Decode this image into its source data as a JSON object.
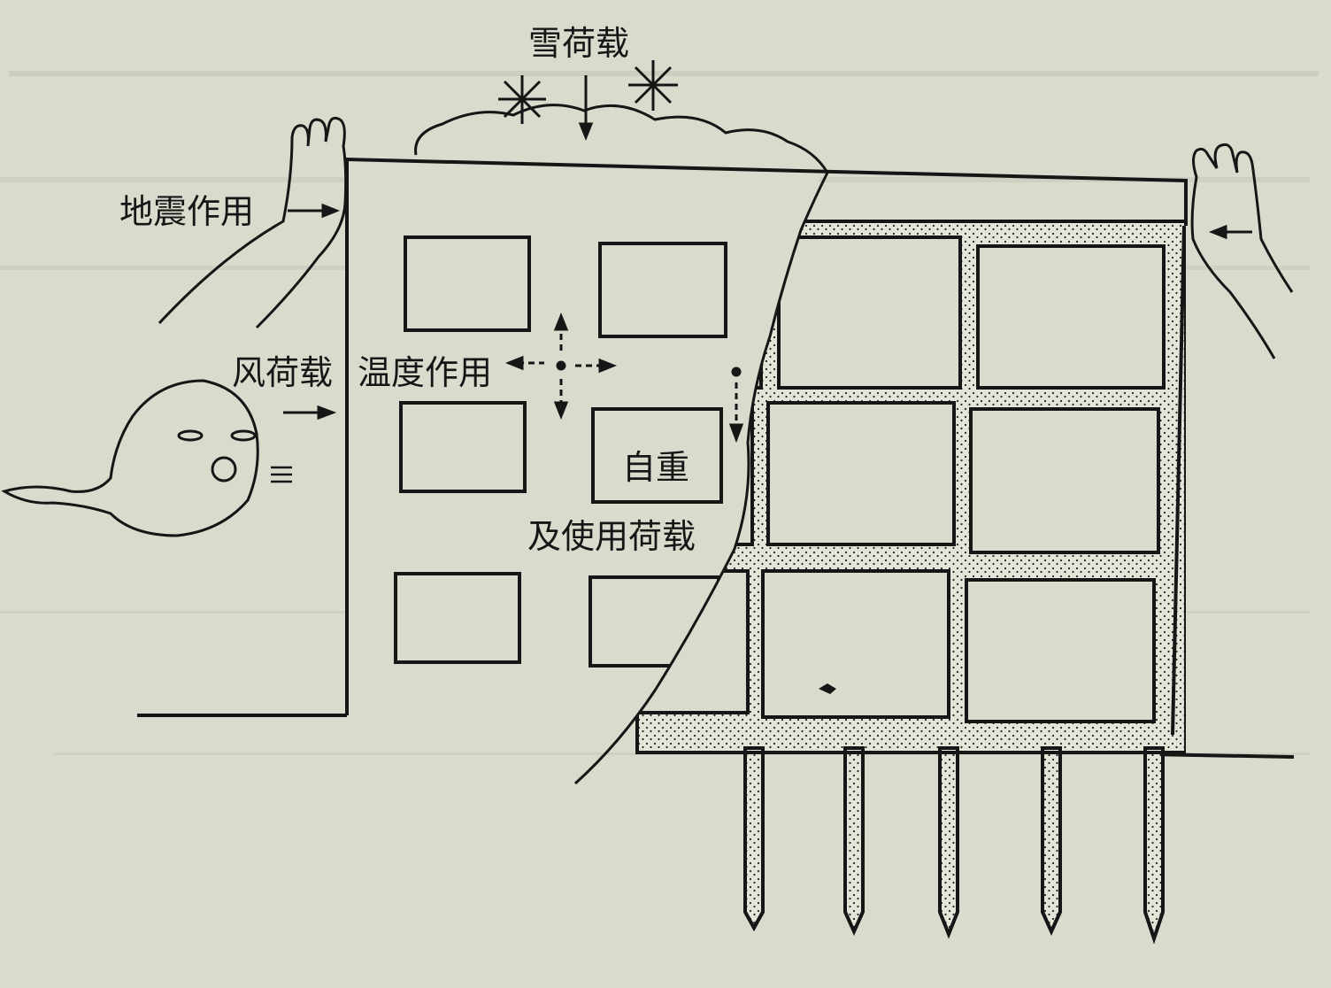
{
  "labels": {
    "snow_load": "雪荷载",
    "earthquake": "地震作用",
    "wind_load": "风荷载",
    "temperature": "温度作用",
    "self_weight": "自重",
    "live_load": "及使用荷载"
  },
  "colors": {
    "paper": "#d8dccd",
    "ink": "#161616",
    "concrete_fill": "#e2e5d8"
  },
  "icons": [
    "snowflake-icon",
    "hand-icon",
    "wind-ghost-icon",
    "arrow-icon"
  ]
}
